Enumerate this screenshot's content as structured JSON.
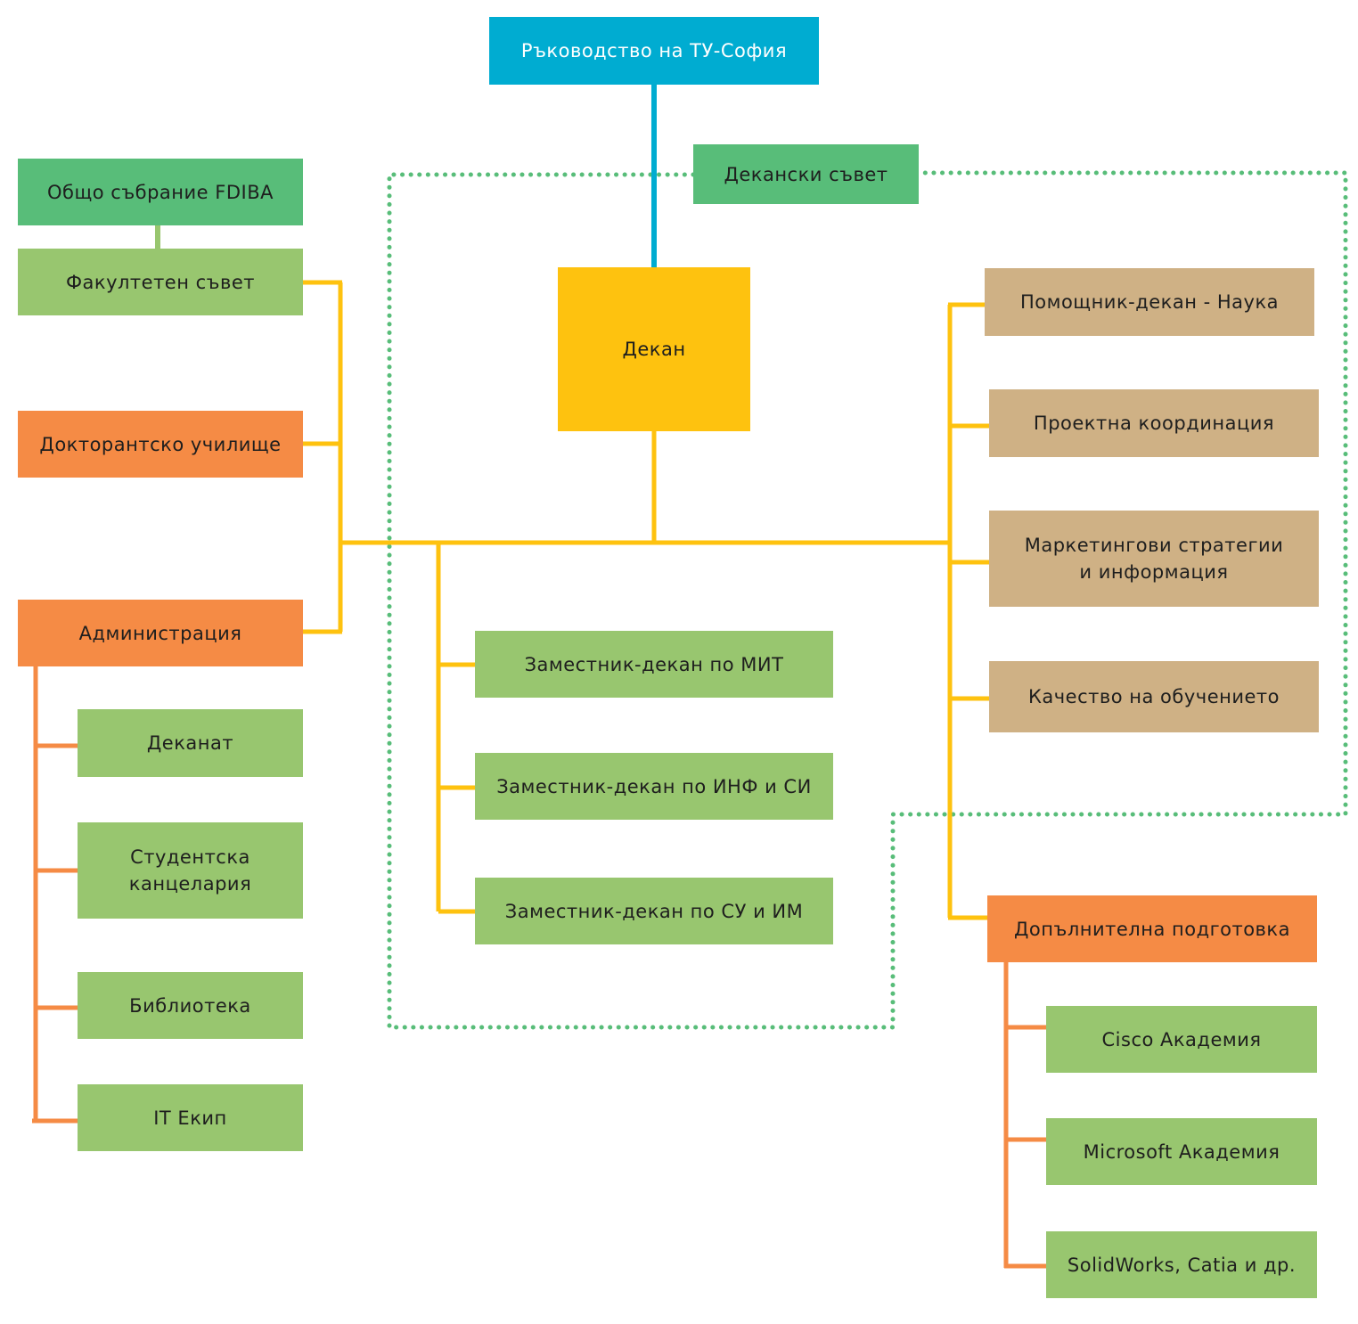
{
  "nodes": {
    "top": "Ръководство на ТУ-София",
    "assembly": "Общо събрание FDIBA",
    "faculty_council": "Факултетен съвет",
    "doctoral_school": "Докторантско училище",
    "administration": "Администрация",
    "deanery": "Деканат",
    "student_office": "Студентска\nканцелария",
    "library": "Библиотека",
    "it_team": "IT Екип",
    "deans_board": "Декански съвет",
    "dean": "Декан",
    "vice_dean_mit": "Заместник-декан по МИТ",
    "vice_dean_inf": "Заместник-декан по ИНФ и СИ",
    "vice_dean_su": "Заместник-декан по СУ и ИМ",
    "assistant_dean_science": "Помощник-декан - Наука",
    "project_coordination": "Проектна координация",
    "marketing": "Маркетингови стратегии\nи информация",
    "quality": "Качество на обучението",
    "extra_training": "Допълнителна подготовка",
    "cisco": "Cisco Академия",
    "microsoft": "Microsoft Академия",
    "solidworks": "SolidWorks, Catia и др."
  },
  "colors": {
    "cyan": "#00acd1",
    "green": "#58bd79",
    "light_green": "#98c66f",
    "orange": "#f58b45",
    "yellow": "#fec20f",
    "tan": "#cfb185",
    "dotted_boundary": "#58bd79"
  }
}
